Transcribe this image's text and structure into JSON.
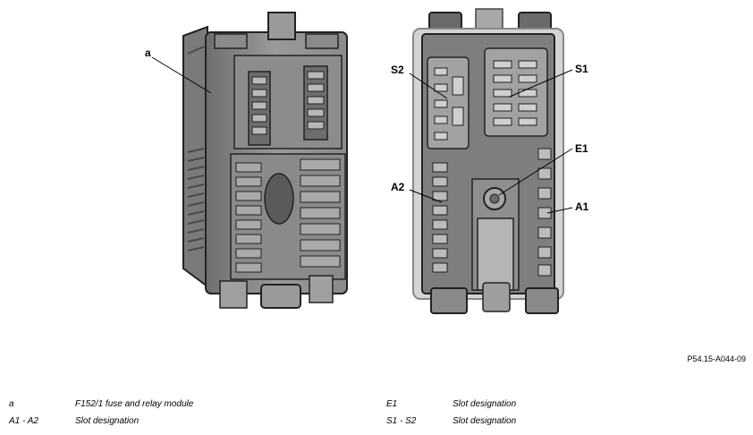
{
  "callouts": {
    "a": "a",
    "s2": "S2",
    "s1": "S1",
    "e1": "E1",
    "a2": "A2",
    "a1": "A1"
  },
  "figure_id": "P54.15-A044-09",
  "legend": [
    {
      "key": "a",
      "desc": "F152/1 fuse and relay module"
    },
    {
      "key": "A1 - A2",
      "desc": "Slot designation"
    },
    {
      "key": "E1",
      "desc": "Slot designation"
    },
    {
      "key": "S1 - S2",
      "desc": "Slot designation"
    }
  ]
}
